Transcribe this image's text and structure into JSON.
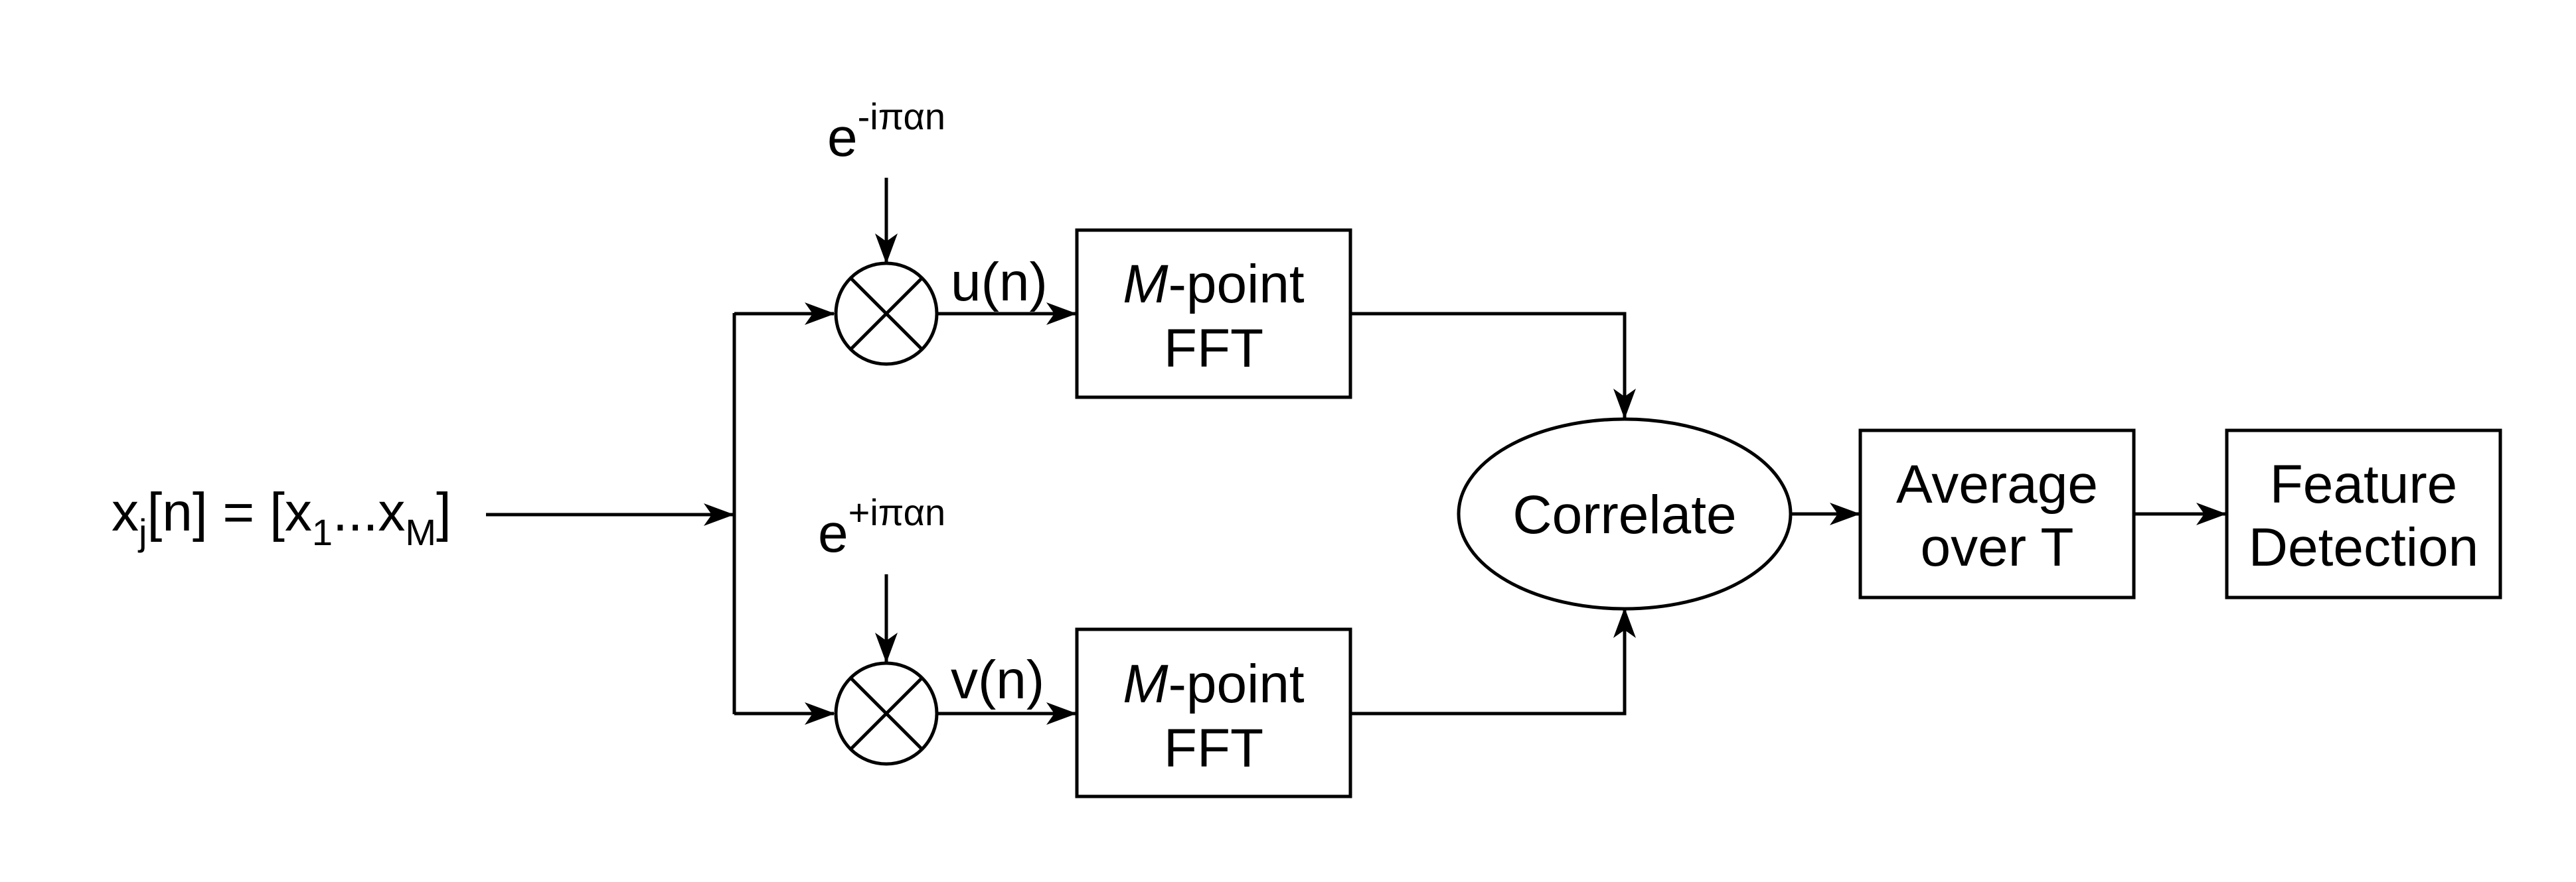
{
  "input": {
    "x": "x",
    "x_sub": "j",
    "x_rest": "[n] = [x",
    "first_sub": "1",
    "dots": "...x",
    "last_sub": "M",
    "close": "]"
  },
  "upper_branch": {
    "exp_base": "e",
    "exp_power": "-iπαn",
    "signal": "u(n)",
    "fft_m": "M",
    "fft_point": "-point",
    "fft_line2": "FFT"
  },
  "lower_branch": {
    "exp_base": "e",
    "exp_power": "+iπαn",
    "signal": "v(n)",
    "fft_m": "M",
    "fft_point": "-point",
    "fft_line2": "FFT"
  },
  "correlate": {
    "label": "Correlate"
  },
  "average": {
    "line1": "Average",
    "line2": "over T"
  },
  "feature": {
    "line1": "Feature",
    "line2": "Detection"
  },
  "icons": {
    "mixer": "multiplier-circle-x-icon",
    "arrow": "arrowhead-icon"
  }
}
